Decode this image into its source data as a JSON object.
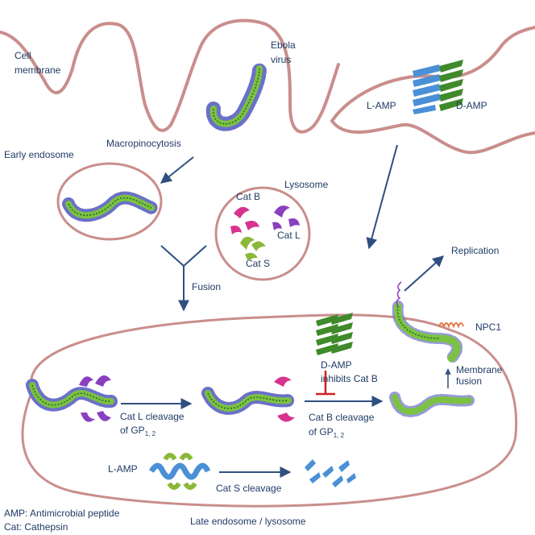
{
  "labels": {
    "cell_membrane_1": "Cell",
    "cell_membrane_2": "membrane",
    "ebola_1": "Ebola",
    "ebola_2": "virus",
    "early_endosome": "Early endosome",
    "macropinocytosis": "Macropinocytosis",
    "lysosome": "Lysosome",
    "cat_b": "Cat B",
    "cat_l": "Cat L",
    "cat_s": "Cat S",
    "l_amp_top": "L-AMP",
    "d_amp_top": "D-AMP",
    "fusion": "Fusion",
    "replication": "Replication",
    "npc1": "NPC1",
    "membrane_fusion_1": "Membrane",
    "membrane_fusion_2": "fusion",
    "d_amp_inhibits_1": "D-AMP",
    "d_amp_inhibits_2": "inhibits Cat B",
    "catl_cleavage_1": "Cat L cleavage",
    "catl_cleavage_2": "of GP",
    "catb_cleavage_1": "Cat B cleavage",
    "catb_cleavage_2": "of GP",
    "gp_subscript": "1, 2",
    "l_amp_bottom": "L-AMP",
    "cats_cleavage": "Cat S cleavage",
    "legend_amp": "AMP: Antimicrobial peptide",
    "legend_cat": "Cat: Cathepsin",
    "late_endosome": "Late endosome / lysosome"
  },
  "colors": {
    "membrane": "#c98e8c",
    "arrow": "#2f4f7f",
    "virus_green": "#7cc242",
    "virus_core": "#2d6b22",
    "glycoprotein": "#6a70c8",
    "cat_b": "#d6338f",
    "cat_l": "#8a3fc0",
    "cat_s": "#8cb83a",
    "l_amp": "#4a90d6",
    "d_amp": "#3f8a2a",
    "inhibit": "#cc2222",
    "npc1": "#e07a4a",
    "text": "#1f3b66"
  }
}
